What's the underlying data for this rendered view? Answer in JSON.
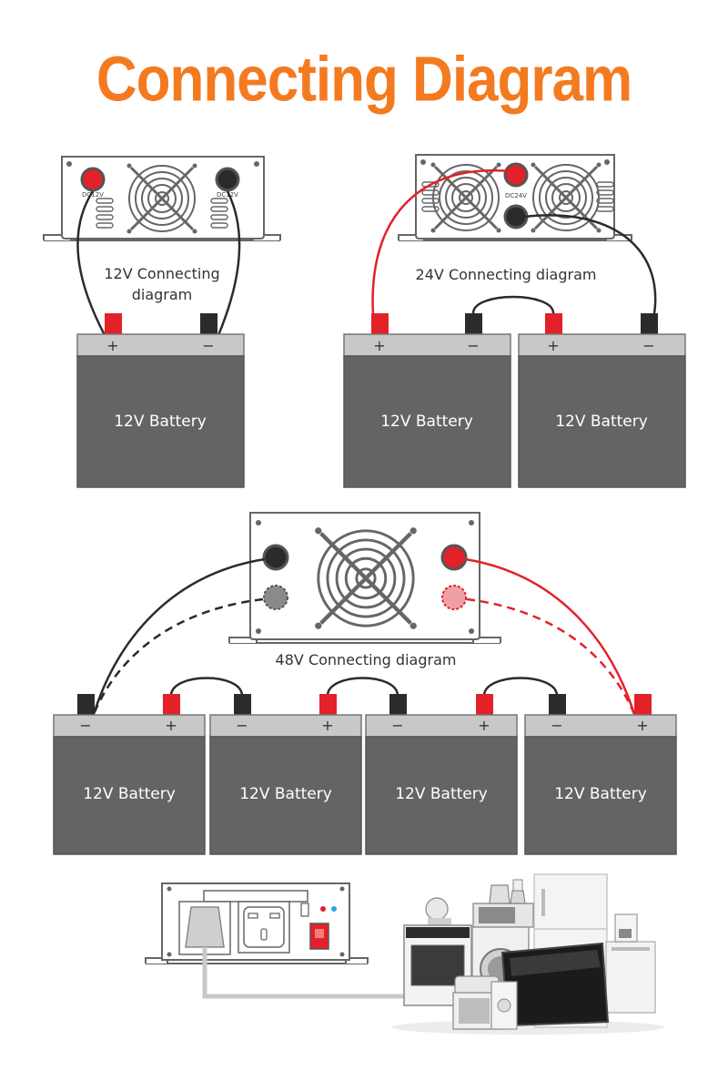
{
  "title": "Connecting Diagram",
  "diagram_12v": {
    "caption_line1": "12V Connecting",
    "caption_line2": "diagram",
    "terminal_left": "DC12V",
    "terminal_right": "DC12V",
    "battery": "12V Battery"
  },
  "diagram_24v": {
    "caption": "24V Connecting diagram",
    "terminal": "DC24V",
    "batteries": [
      "12V Battery",
      "12V Battery"
    ]
  },
  "diagram_48v": {
    "caption": "48V Connecting diagram",
    "batteries": [
      "12V Battery",
      "12V Battery",
      "12V Battery",
      "12V Battery"
    ]
  },
  "polarity": {
    "plus": "+",
    "minus": "−"
  },
  "colors": {
    "title": "#f47a20",
    "battery_body": "#646464",
    "battery_top": "#c8c8c8",
    "positive": "#e32128",
    "negative": "#2b2b2b"
  },
  "icons": [
    "fan-grille-icon",
    "terminal-icon",
    "socket-icon",
    "usb-icon",
    "power-switch-icon",
    "appliances-illustration"
  ]
}
